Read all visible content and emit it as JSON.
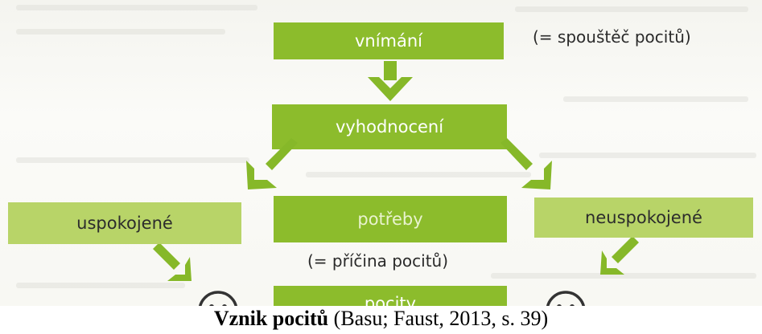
{
  "diagram": {
    "nodes": {
      "perception": "vnímání",
      "evaluation": "vyhodnocení",
      "needs": "potřeby",
      "satisfied": "uspokojené",
      "unsatisfied": "neuspokojené",
      "feelings": "pocity"
    },
    "notes": {
      "trigger": "(= spouštěč pocitů)",
      "cause": "(= příčina pocitů)"
    },
    "colors": {
      "box_dark": "#8cbc2c",
      "box_light": "#b8d468",
      "arrow": "#86b829"
    },
    "icons": [
      "happy-face-icon",
      "sad-face-icon"
    ]
  },
  "caption": {
    "title": "Vznik pocitů",
    "source": "(Basu; Faust, 2013, s. 39)"
  }
}
